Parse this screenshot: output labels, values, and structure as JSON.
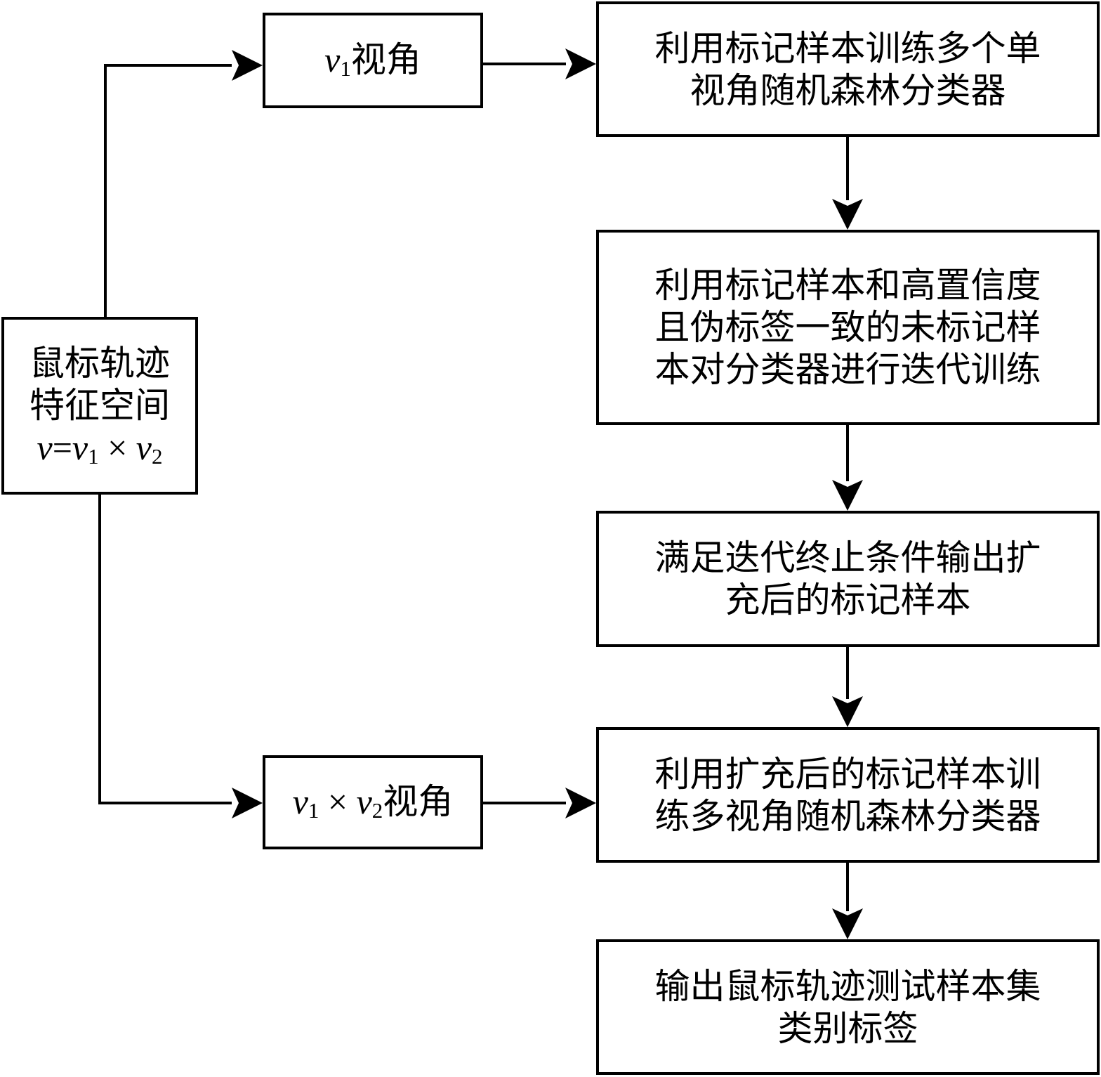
{
  "feature_space": {
    "line1": "鼠标轨迹",
    "line2": "特征空间",
    "formula": {
      "v": "v",
      "eq": "=",
      "v1_base": "v",
      "v1_sub": "1",
      "times": " × ",
      "v2_base": "v",
      "v2_sub": "2"
    }
  },
  "view_v1": {
    "var": "v",
    "sub": "1",
    "label": "视角"
  },
  "view_v1v2": {
    "var1": "v",
    "sub1": "1",
    "times": " × ",
    "var2": "v",
    "sub2": "2",
    "label": "视角"
  },
  "steps": [
    {
      "lines": [
        "利用标记样本训练多个单",
        "视角随机森林分类器"
      ]
    },
    {
      "lines": [
        "利用标记样本和高置信度",
        "且伪标签一致的未标记样",
        "本对分类器进行迭代训练"
      ]
    },
    {
      "lines": [
        "满足迭代终止条件输出扩",
        "充后的标记样本"
      ]
    },
    {
      "lines": [
        "利用扩充后的标记样本训",
        "练多视角随机森林分类器"
      ]
    },
    {
      "lines": [
        "输出鼠标轨迹测试样本集",
        "类别标签"
      ]
    }
  ]
}
